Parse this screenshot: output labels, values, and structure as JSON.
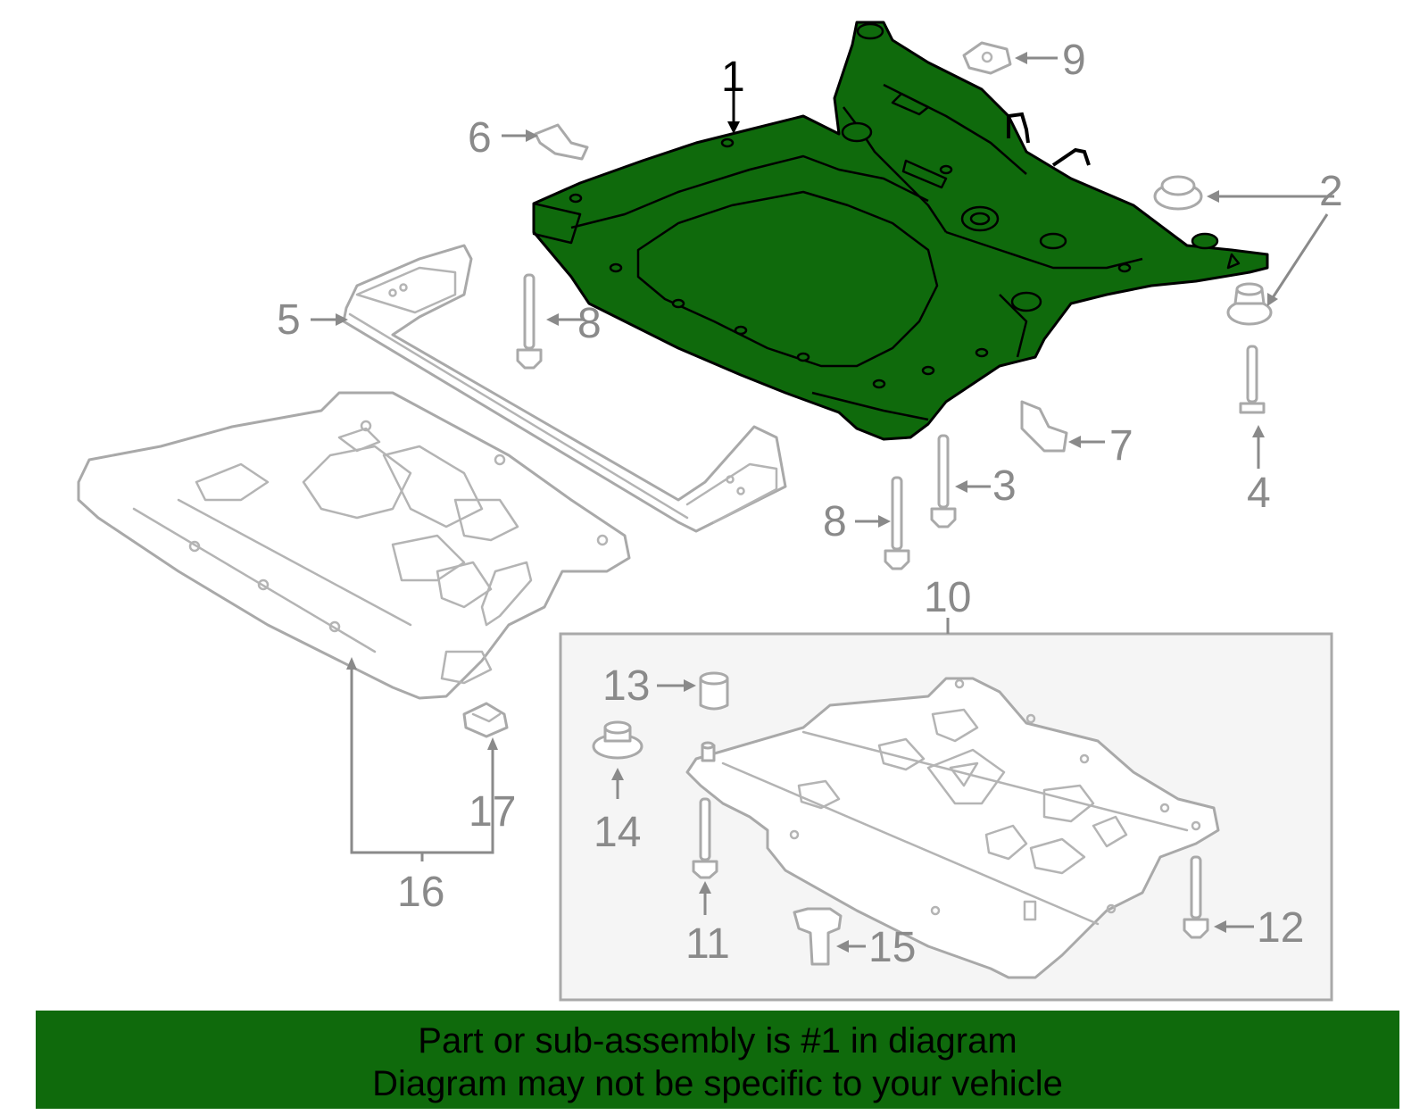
{
  "diagram": {
    "callouts": {
      "c1": "1",
      "c2": "2",
      "c3": "3",
      "c4": "4",
      "c5": "5",
      "c6": "6",
      "c7": "7",
      "c8a": "8",
      "c8b": "8",
      "c9": "9",
      "c10": "10",
      "c11": "11",
      "c12": "12",
      "c13": "13",
      "c14": "14",
      "c15": "15",
      "c16": "16",
      "c17": "17"
    },
    "highlight_part": "1",
    "colors": {
      "highlight": "#0f6a0c",
      "outline": "#a9a9a9",
      "callout_text": "#8a8a8a",
      "inset_bg": "#f5f5f5"
    }
  },
  "banner": {
    "line1": "Part or sub-assembly is #1 in diagram",
    "line2": "Diagram may not be specific to your vehicle"
  }
}
